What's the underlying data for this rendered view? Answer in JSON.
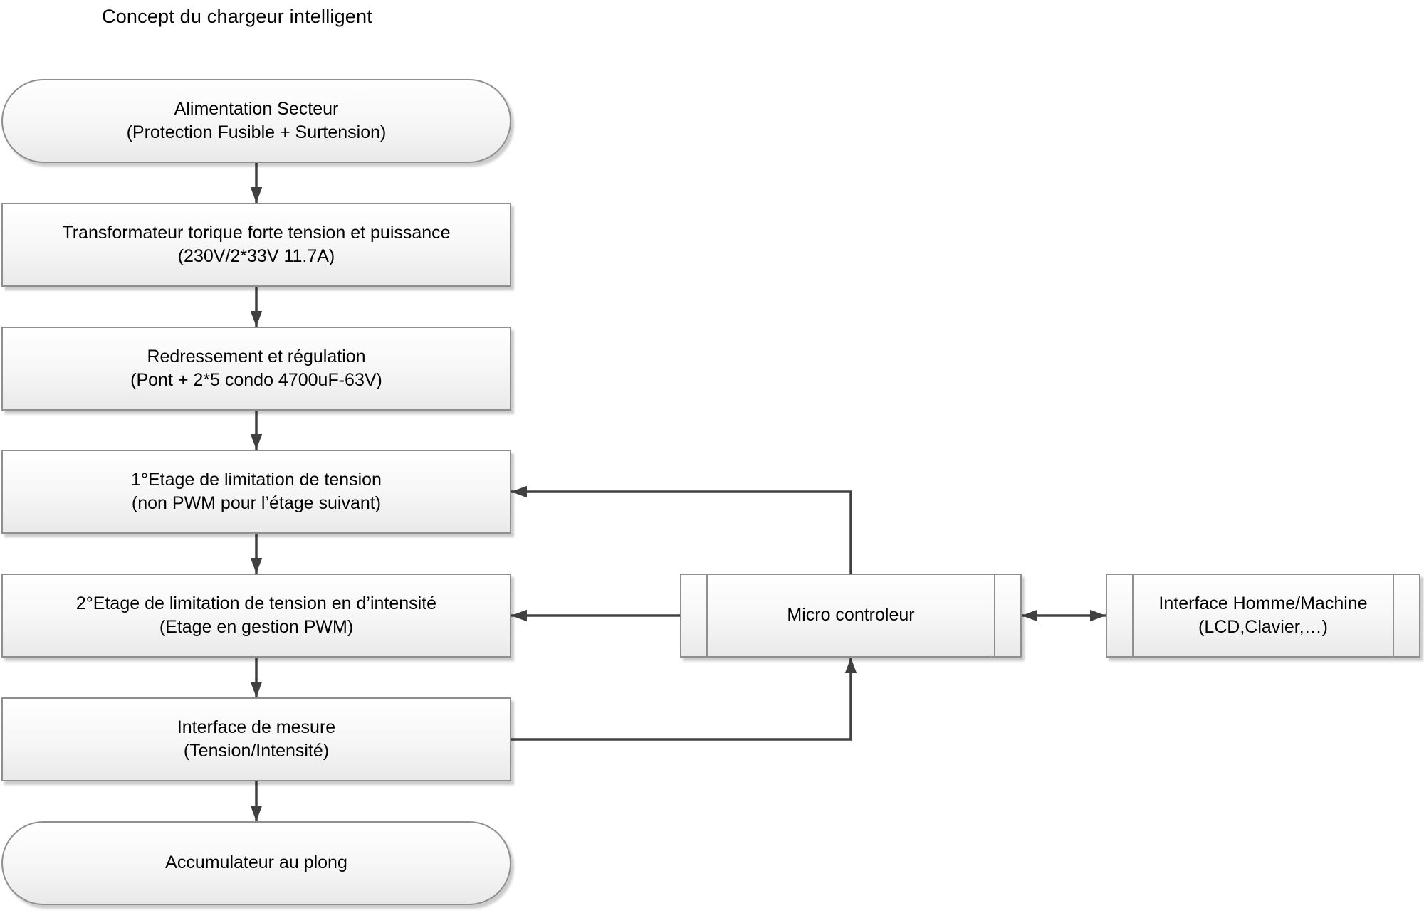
{
  "title": "Concept du chargeur intelligent",
  "nodes": {
    "alimentation": {
      "shape": "rounded",
      "line1": "Alimentation Secteur",
      "line2": "(Protection Fusible + Surtension)"
    },
    "transformateur": {
      "shape": "process",
      "line1": "Transformateur torique forte tension et puissance",
      "line2": "(230V/2*33V 11.7A)"
    },
    "redressement": {
      "shape": "process",
      "line1": "Redressement et régulation",
      "line2": "(Pont + 2*5 condo 4700uF-63V)"
    },
    "etage1": {
      "shape": "process",
      "line1": "1°Etage de limitation de tension",
      "line2": "(non PWM pour l’étage suivant)"
    },
    "etage2": {
      "shape": "process",
      "line1": "2°Etage de limitation de tension en d’intensité",
      "line2": "(Etage en gestion PWM)"
    },
    "mesure": {
      "shape": "process",
      "line1": "Interface de mesure",
      "line2": "(Tension/Intensité)"
    },
    "accumulateur": {
      "shape": "rounded",
      "line1": "Accumulateur au plong"
    },
    "micro": {
      "shape": "predefined-process",
      "line1": "Micro controleur"
    },
    "ihm": {
      "shape": "predefined-process",
      "line1": "Interface Homme/Machine",
      "line2": "(LCD,Clavier,…)"
    }
  },
  "edges": [
    {
      "from": "alimentation",
      "to": "transformateur",
      "bidirectional": false
    },
    {
      "from": "transformateur",
      "to": "redressement",
      "bidirectional": false
    },
    {
      "from": "redressement",
      "to": "etage1",
      "bidirectional": false
    },
    {
      "from": "etage1",
      "to": "etage2",
      "bidirectional": false
    },
    {
      "from": "etage2",
      "to": "mesure",
      "bidirectional": false
    },
    {
      "from": "mesure",
      "to": "accumulateur",
      "bidirectional": false
    },
    {
      "from": "micro",
      "to": "etage1",
      "bidirectional": false
    },
    {
      "from": "micro",
      "to": "etage2",
      "bidirectional": false
    },
    {
      "from": "mesure",
      "to": "micro",
      "bidirectional": false
    },
    {
      "from": "micro",
      "to": "ihm",
      "bidirectional": true
    }
  ],
  "colors": {
    "connector": "#404040",
    "node_border": "#8f8f8f",
    "text": "#000000",
    "background": "#ffffff"
  }
}
